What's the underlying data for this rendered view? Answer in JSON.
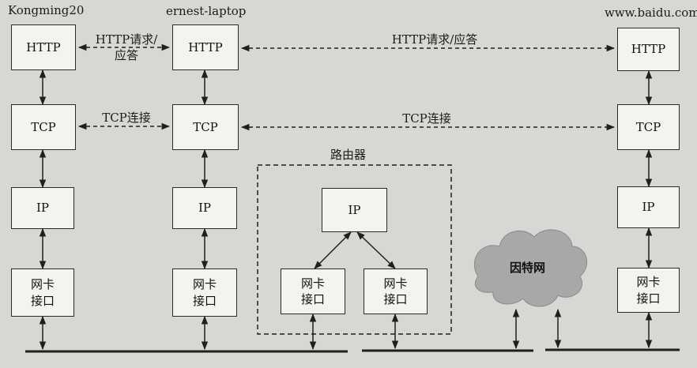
{
  "hosts": {
    "left": "Kongming20",
    "middle": "ernest-laptop",
    "right": "www.baidu.com"
  },
  "layers": {
    "http": "HTTP",
    "tcp": "TCP",
    "ip": "IP",
    "nic": "网卡\n接口"
  },
  "connections": {
    "http_left": "HTTP请求/\n应答",
    "http_right": "HTTP请求/应答",
    "tcp_left": "TCP连接",
    "tcp_right": "TCP连接"
  },
  "router": {
    "title": "路由器",
    "ip": "IP",
    "nic_left": "网卡\n接口",
    "nic_right": "网卡\n接口"
  },
  "cloud": {
    "label": "因特网"
  },
  "colors": {
    "background": "#d9d7d4",
    "box_fill": "#f5f3f0",
    "line": "#1f1f1f",
    "cloud": "#a8a8a8"
  }
}
